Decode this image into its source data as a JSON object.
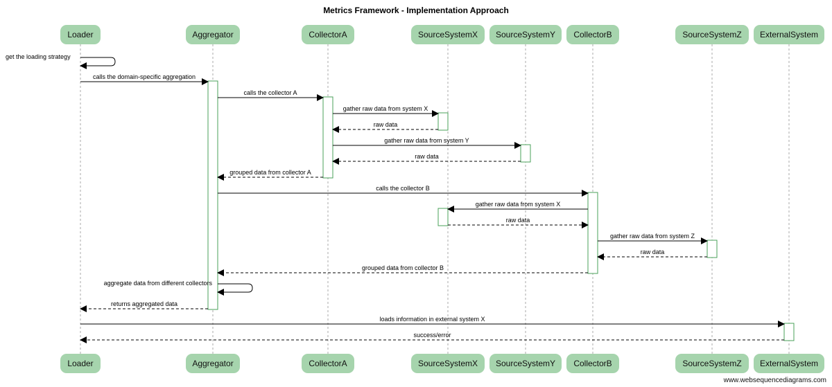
{
  "title": "Metrics Framework - Implementation Approach",
  "participants": [
    {
      "name": "Loader"
    },
    {
      "name": "Aggregator"
    },
    {
      "name": "CollectorA"
    },
    {
      "name": "SourceSystemX"
    },
    {
      "name": "SourceSystemY"
    },
    {
      "name": "CollectorB"
    },
    {
      "name": "SourceSystemZ"
    },
    {
      "name": "ExternalSystem"
    }
  ],
  "messages": [
    {
      "from": 0,
      "to": 0,
      "label": "get the loading strategy",
      "style": "solid"
    },
    {
      "from": 0,
      "to": 1,
      "label": "calls the domain-specific aggregation",
      "style": "solid"
    },
    {
      "from": 1,
      "to": 2,
      "label": "calls the collector A",
      "style": "solid"
    },
    {
      "from": 2,
      "to": 3,
      "label": "gather raw data from system X",
      "style": "solid"
    },
    {
      "from": 3,
      "to": 2,
      "label": "raw data",
      "style": "dashed"
    },
    {
      "from": 2,
      "to": 4,
      "label": "gather raw data from system Y",
      "style": "solid"
    },
    {
      "from": 4,
      "to": 2,
      "label": "raw data",
      "style": "dashed"
    },
    {
      "from": 2,
      "to": 1,
      "label": "grouped data from collector A",
      "style": "dashed"
    },
    {
      "from": 1,
      "to": 5,
      "label": "calls the collector B",
      "style": "solid"
    },
    {
      "from": 5,
      "to": 3,
      "label": "gather raw data from system X",
      "style": "solid"
    },
    {
      "from": 3,
      "to": 5,
      "label": "raw data",
      "style": "dashed"
    },
    {
      "from": 5,
      "to": 6,
      "label": "gather raw data from system Z",
      "style": "solid"
    },
    {
      "from": 6,
      "to": 5,
      "label": "raw data",
      "style": "dashed"
    },
    {
      "from": 5,
      "to": 1,
      "label": "grouped data from collector B",
      "style": "dashed"
    },
    {
      "from": 1,
      "to": 1,
      "label": "aggregate data from different collectors",
      "style": "solid"
    },
    {
      "from": 1,
      "to": 0,
      "label": "returns aggregated data",
      "style": "dashed"
    },
    {
      "from": 0,
      "to": 7,
      "label": "loads information in external system X",
      "style": "solid"
    },
    {
      "from": 7,
      "to": 0,
      "label": "success/error",
      "style": "dashed"
    }
  ],
  "activations": [
    {
      "participant": 1,
      "from_message": 1,
      "to_message": 15
    },
    {
      "participant": 2,
      "from_message": 2,
      "to_message": 7
    },
    {
      "participant": 3,
      "from_message": 3,
      "to_message": 4
    },
    {
      "participant": 4,
      "from_message": 5,
      "to_message": 6
    },
    {
      "participant": 5,
      "from_message": 8,
      "to_message": 13
    },
    {
      "participant": 3,
      "from_message": 9,
      "to_message": 10
    },
    {
      "participant": 6,
      "from_message": 11,
      "to_message": 12
    },
    {
      "participant": 7,
      "from_message": 16,
      "to_message": 17
    }
  ],
  "colors": {
    "participant_fill": "#a6d4ad",
    "activation_stroke": "#4aa05a",
    "line": "#000000",
    "lifeline": "#aaaaaa"
  },
  "watermark": "www.websequencediagrams.com"
}
